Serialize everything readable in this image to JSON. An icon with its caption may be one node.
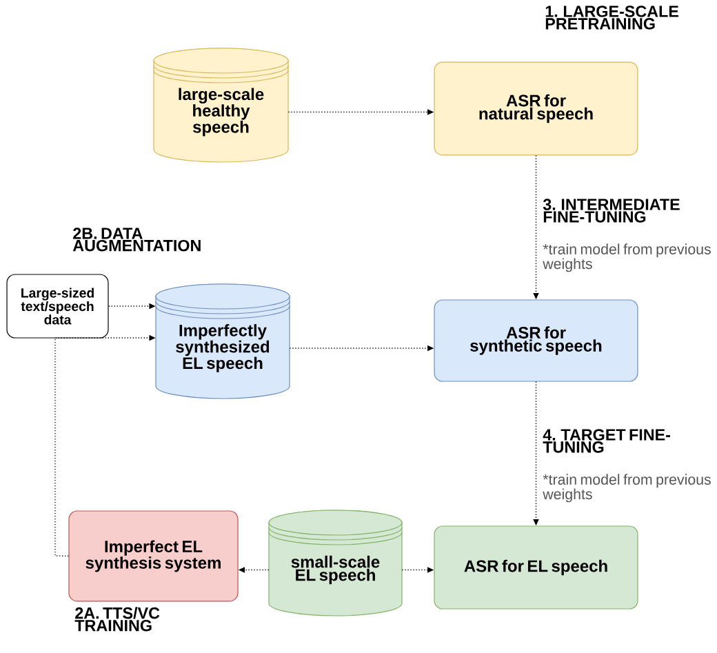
{
  "diagram": {
    "nodes": [
      {
        "text": [
          "large-scale healthy speech"
        ]
      },
      {
        "text": [
          "ASR for natural speech"
        ]
      },
      {
        "text": [
          "Large-sized text/speech data"
        ]
      },
      {
        "text": [
          "Imperfectly synthesized EL speech"
        ]
      },
      {
        "text": [
          "ASR for synthetic speech"
        ]
      },
      {
        "text": [
          "Imperfect EL synthesis system"
        ]
      },
      {
        "text": [
          "small-scale EL speech"
        ]
      },
      {
        "text": [
          "ASR for EL speech"
        ]
      }
    ],
    "edges": [
      {
        "from": 0,
        "to": 1,
        "arrow": "to"
      },
      {
        "from": 1,
        "to": 4,
        "arrow": "to"
      },
      {
        "from": 4,
        "to": 7,
        "arrow": "to"
      },
      {
        "from": 2,
        "to": 3,
        "arrow": "to"
      },
      {
        "from": 3,
        "to": 4,
        "arrow": "to"
      },
      {
        "from": 5,
        "to": 3,
        "arrow": "to"
      },
      {
        "from": 6,
        "to": 5,
        "arrow": "to"
      },
      {
        "from": 6,
        "to": 7,
        "arrow": "to"
      }
    ],
    "labels": [
      "1. LARGE-SCALE PRETRAINING",
      "3. INTERMEDIATE FINE-TUNING",
      "*train model from previous weights",
      "2B. DATA AUGMENTATION",
      "4. TARGET FINE-TUNING",
      "*train model from previous weights",
      "2A. TTS/VC TRAINING"
    ]
  }
}
